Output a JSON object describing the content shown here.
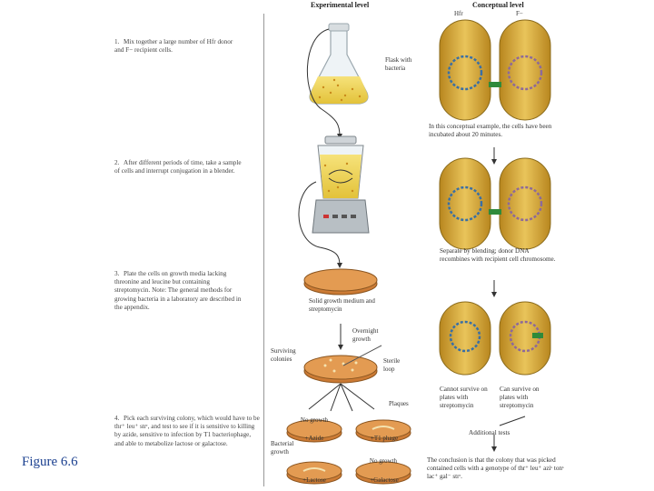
{
  "headers": {
    "experimental": "Experimental level",
    "conceptual": "Conceptual level"
  },
  "strain_labels": {
    "hfr": "Hfr",
    "f_minus": "F−"
  },
  "steps": [
    {
      "num": "1.",
      "text": "Mix together a large number of Hfr donor and F− recipient cells."
    },
    {
      "num": "2.",
      "text": "After different periods of time, take a sample of cells and interrupt conjugation in a blender."
    },
    {
      "num": "3.",
      "text": "Plate the cells on growth media lacking threonine and leucine but containing streptomycin. Note: The general methods for growing bacteria in a laboratory are described in the appendix."
    },
    {
      "num": "4.",
      "text": "Pick each surviving colony, which would have to be thr⁺ leu⁺ strʳ, and test to see if it is sensitive to killing by azide, sensitive to infection by T1 bacteriophage, and able to metabolize lactose or galactose."
    }
  ],
  "experimental_labels": {
    "flask": "Flask with bacteria",
    "solid_medium": "Solid growth medium and streptomycin",
    "overnight": "Overnight growth",
    "surviving": "Surviving colonies",
    "sterile_loop": "Sterile loop",
    "plaques": "Plaques",
    "bacterial_growth": "Bacterial growth"
  },
  "plates": {
    "no_growth_1": "No growth",
    "azide": "+Azide",
    "t1_phage": "+T1 phage",
    "no_growth_2": "No growth",
    "lactose": "+Lactose",
    "galactose": "+Galactose"
  },
  "conceptual_notes": {
    "note1": "In this conceptual example, the cells have been incubated about 20 minutes.",
    "note2": "Separate by blending; donor DNA recombines with recipient cell chromosome.",
    "cannot_survive": "Cannot survive on plates with streptomycin",
    "can_survive": "Can survive on plates with streptomycin",
    "additional": "Additional tests",
    "conclusion": "The conclusion is that the colony that was picked contained cells with a genotype of thr⁺ leu⁺ aziˢ tonˢ lac⁺ gal⁻ strʳ."
  },
  "caption": "Figure 6.6",
  "colors": {
    "cell": "#d8a93a",
    "cell_inner": "#e6c35e",
    "plate": "#d98a3e",
    "flask_liquid": "#f0d64a",
    "caption": "#1a3f8f"
  }
}
